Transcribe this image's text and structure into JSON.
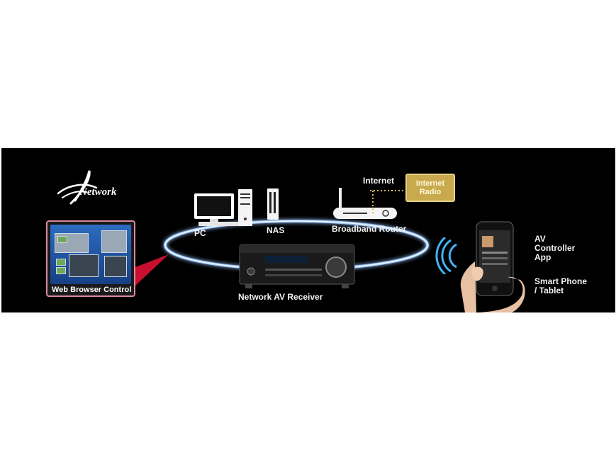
{
  "logo": {
    "text": "Network"
  },
  "nodes": {
    "pc": "PC",
    "nas": "NAS",
    "router": "Broadband Router",
    "internet": "Internet",
    "internet_radio": "Internet Radio",
    "receiver": "Network AV Receiver",
    "web_browser": "Web Browser Control",
    "app": "AV Controller App",
    "device": "Smart Phone / Tablet"
  },
  "colors": {
    "background": "#000000",
    "ring": "#9fc8ff",
    "radio_box": "#c8a94e",
    "web_box_border": "#d98a9c",
    "waves": "#3fb4ff",
    "link_line": "#c8102e"
  }
}
